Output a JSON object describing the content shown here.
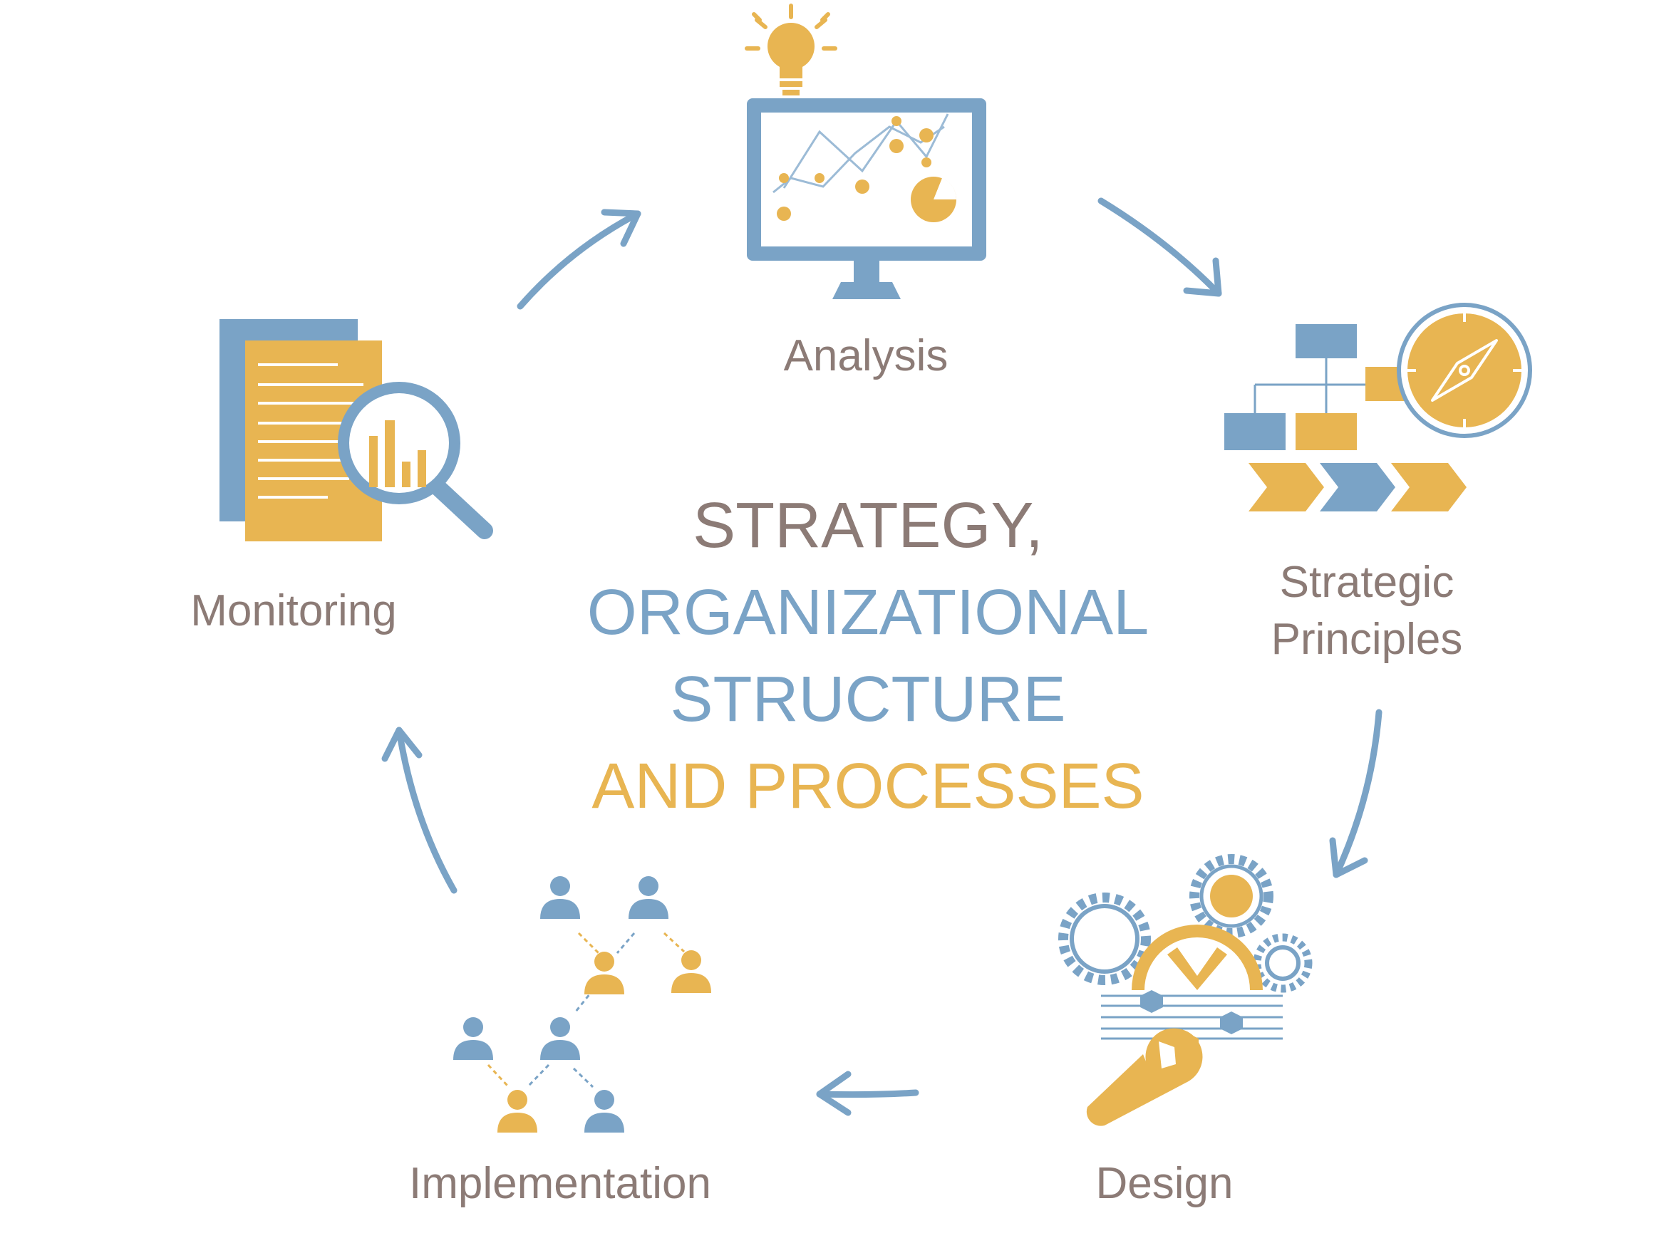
{
  "center_title": {
    "line1": "STRATEGY,",
    "line2": "ORGANIZATIONAL",
    "line3": "STRUCTURE",
    "line4": "AND PROCESSES"
  },
  "stages": {
    "analysis": {
      "label": "Analysis",
      "icon": "monitor-chart-lightbulb-icon"
    },
    "strategic_principles": {
      "label_line1": "Strategic",
      "label_line2": "Principles",
      "icon": "org-chart-compass-icon"
    },
    "design": {
      "label": "Design",
      "icon": "gears-wrench-icon"
    },
    "implementation": {
      "label": "Implementation",
      "icon": "people-network-icon"
    },
    "monitoring": {
      "label": "Monitoring",
      "icon": "document-magnifier-icon"
    }
  },
  "colors": {
    "blue": "#7aa3c6",
    "gold": "#e8b552",
    "text_gray": "#8c7b76"
  }
}
